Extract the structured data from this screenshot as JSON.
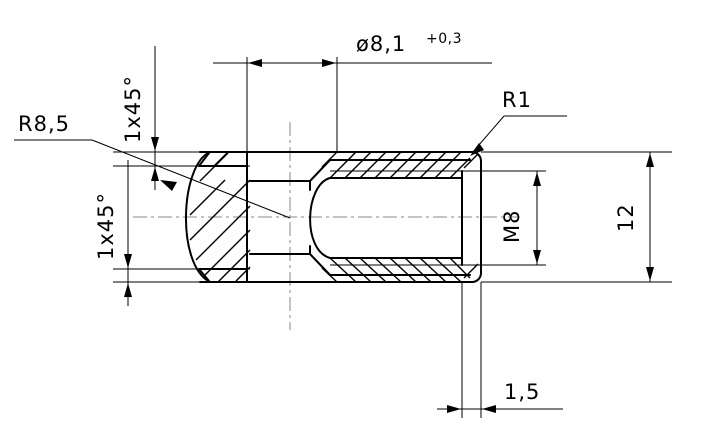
{
  "drawing": {
    "title": "Sectional technical drawing of threaded spherical rod end insert",
    "background_color": "#ffffff",
    "line_color": "#000000",
    "centerline_color": "#8a8a8a"
  },
  "dimensions": {
    "bore_diameter": {
      "label": "ø8,1",
      "tolerance": "+0,3",
      "name": "diameter-8-1"
    },
    "thread": {
      "label": "M8",
      "name": "thread-m8"
    },
    "overall_height": {
      "label": "12",
      "name": "height-12"
    },
    "flange_width": {
      "label": "1,5",
      "name": "width-1-5"
    },
    "chamfer_top": {
      "label": "1x45°",
      "name": "chamfer-top"
    },
    "chamfer_bottom": {
      "label": "1x45°",
      "name": "chamfer-bottom"
    },
    "radius_large": {
      "label": "R8,5",
      "name": "radius-8-5"
    },
    "radius_small": {
      "label": "R1",
      "name": "radius-1"
    }
  },
  "annotations": {
    "degree_symbol": "°",
    "diameter_symbol": "ø"
  }
}
